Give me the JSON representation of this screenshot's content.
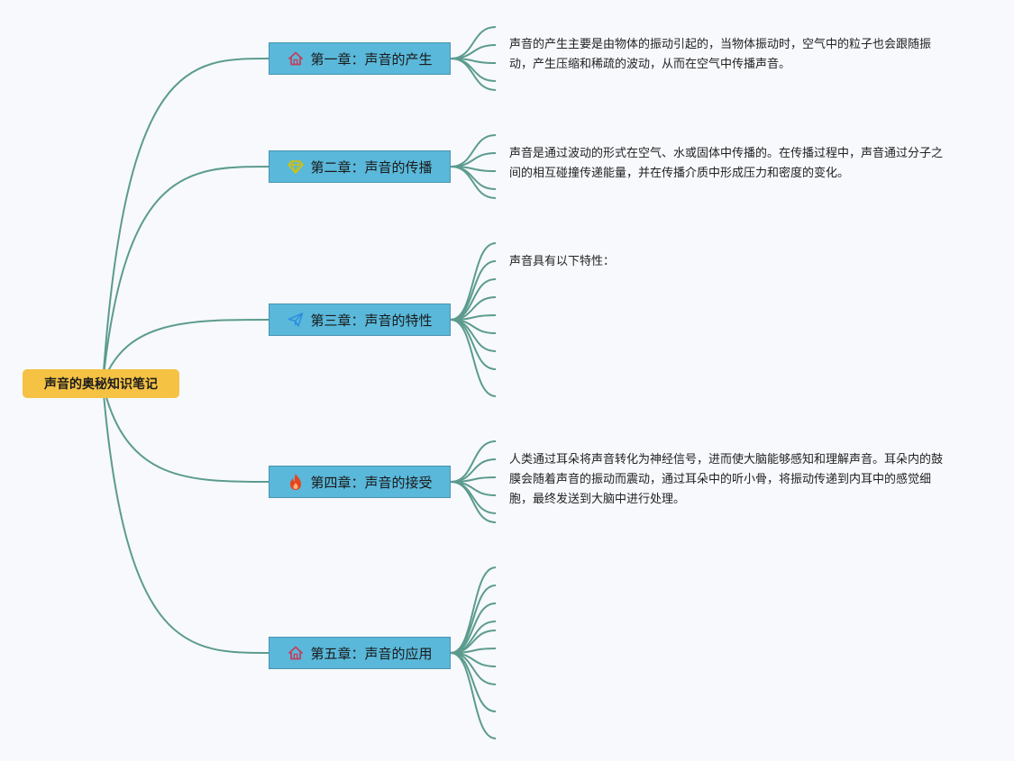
{
  "root": {
    "label": "声音的奥秘知识笔记"
  },
  "chapters": [
    {
      "label": "第一章：声音的产生",
      "icon": "home-icon",
      "note": "声音的产生主要是由物体的振动引起的，当物体振动时，空气中的粒子也会跟随振动，产生压缩和稀疏的波动，从而在空气中传播声音。"
    },
    {
      "label": "第二章：声音的传播",
      "icon": "diamond-icon",
      "note": "声音是通过波动的形式在空气、水或固体中传播的。在传播过程中，声音通过分子之间的相互碰撞传递能量，并在传播介质中形成压力和密度的变化。"
    },
    {
      "label": "第三章：声音的特性",
      "icon": "paper-plane-icon",
      "note": "声音具有以下特性："
    },
    {
      "label": "第四章：声音的接受",
      "icon": "flame-icon",
      "note": "人类通过耳朵将声音转化为神经信号，进而使大脑能够感知和理解声音。耳朵内的鼓膜会随着声音的振动而震动，通过耳朵中的听小骨，将振动传递到内耳中的感觉细胞，最终发送到大脑中进行处理。"
    },
    {
      "label": "第五章：声音的应用",
      "icon": "home-icon",
      "note": ""
    }
  ],
  "colors": {
    "background": "#f7f9fd",
    "root_fill": "#f5c244",
    "chapter_fill": "#5ab8da",
    "connector": "#5c9b8e",
    "home_icon": "#c2405e",
    "diamond_icon": "#d9c200",
    "plane_icon": "#2f8fe0",
    "flame_icon": "#e8431c"
  }
}
